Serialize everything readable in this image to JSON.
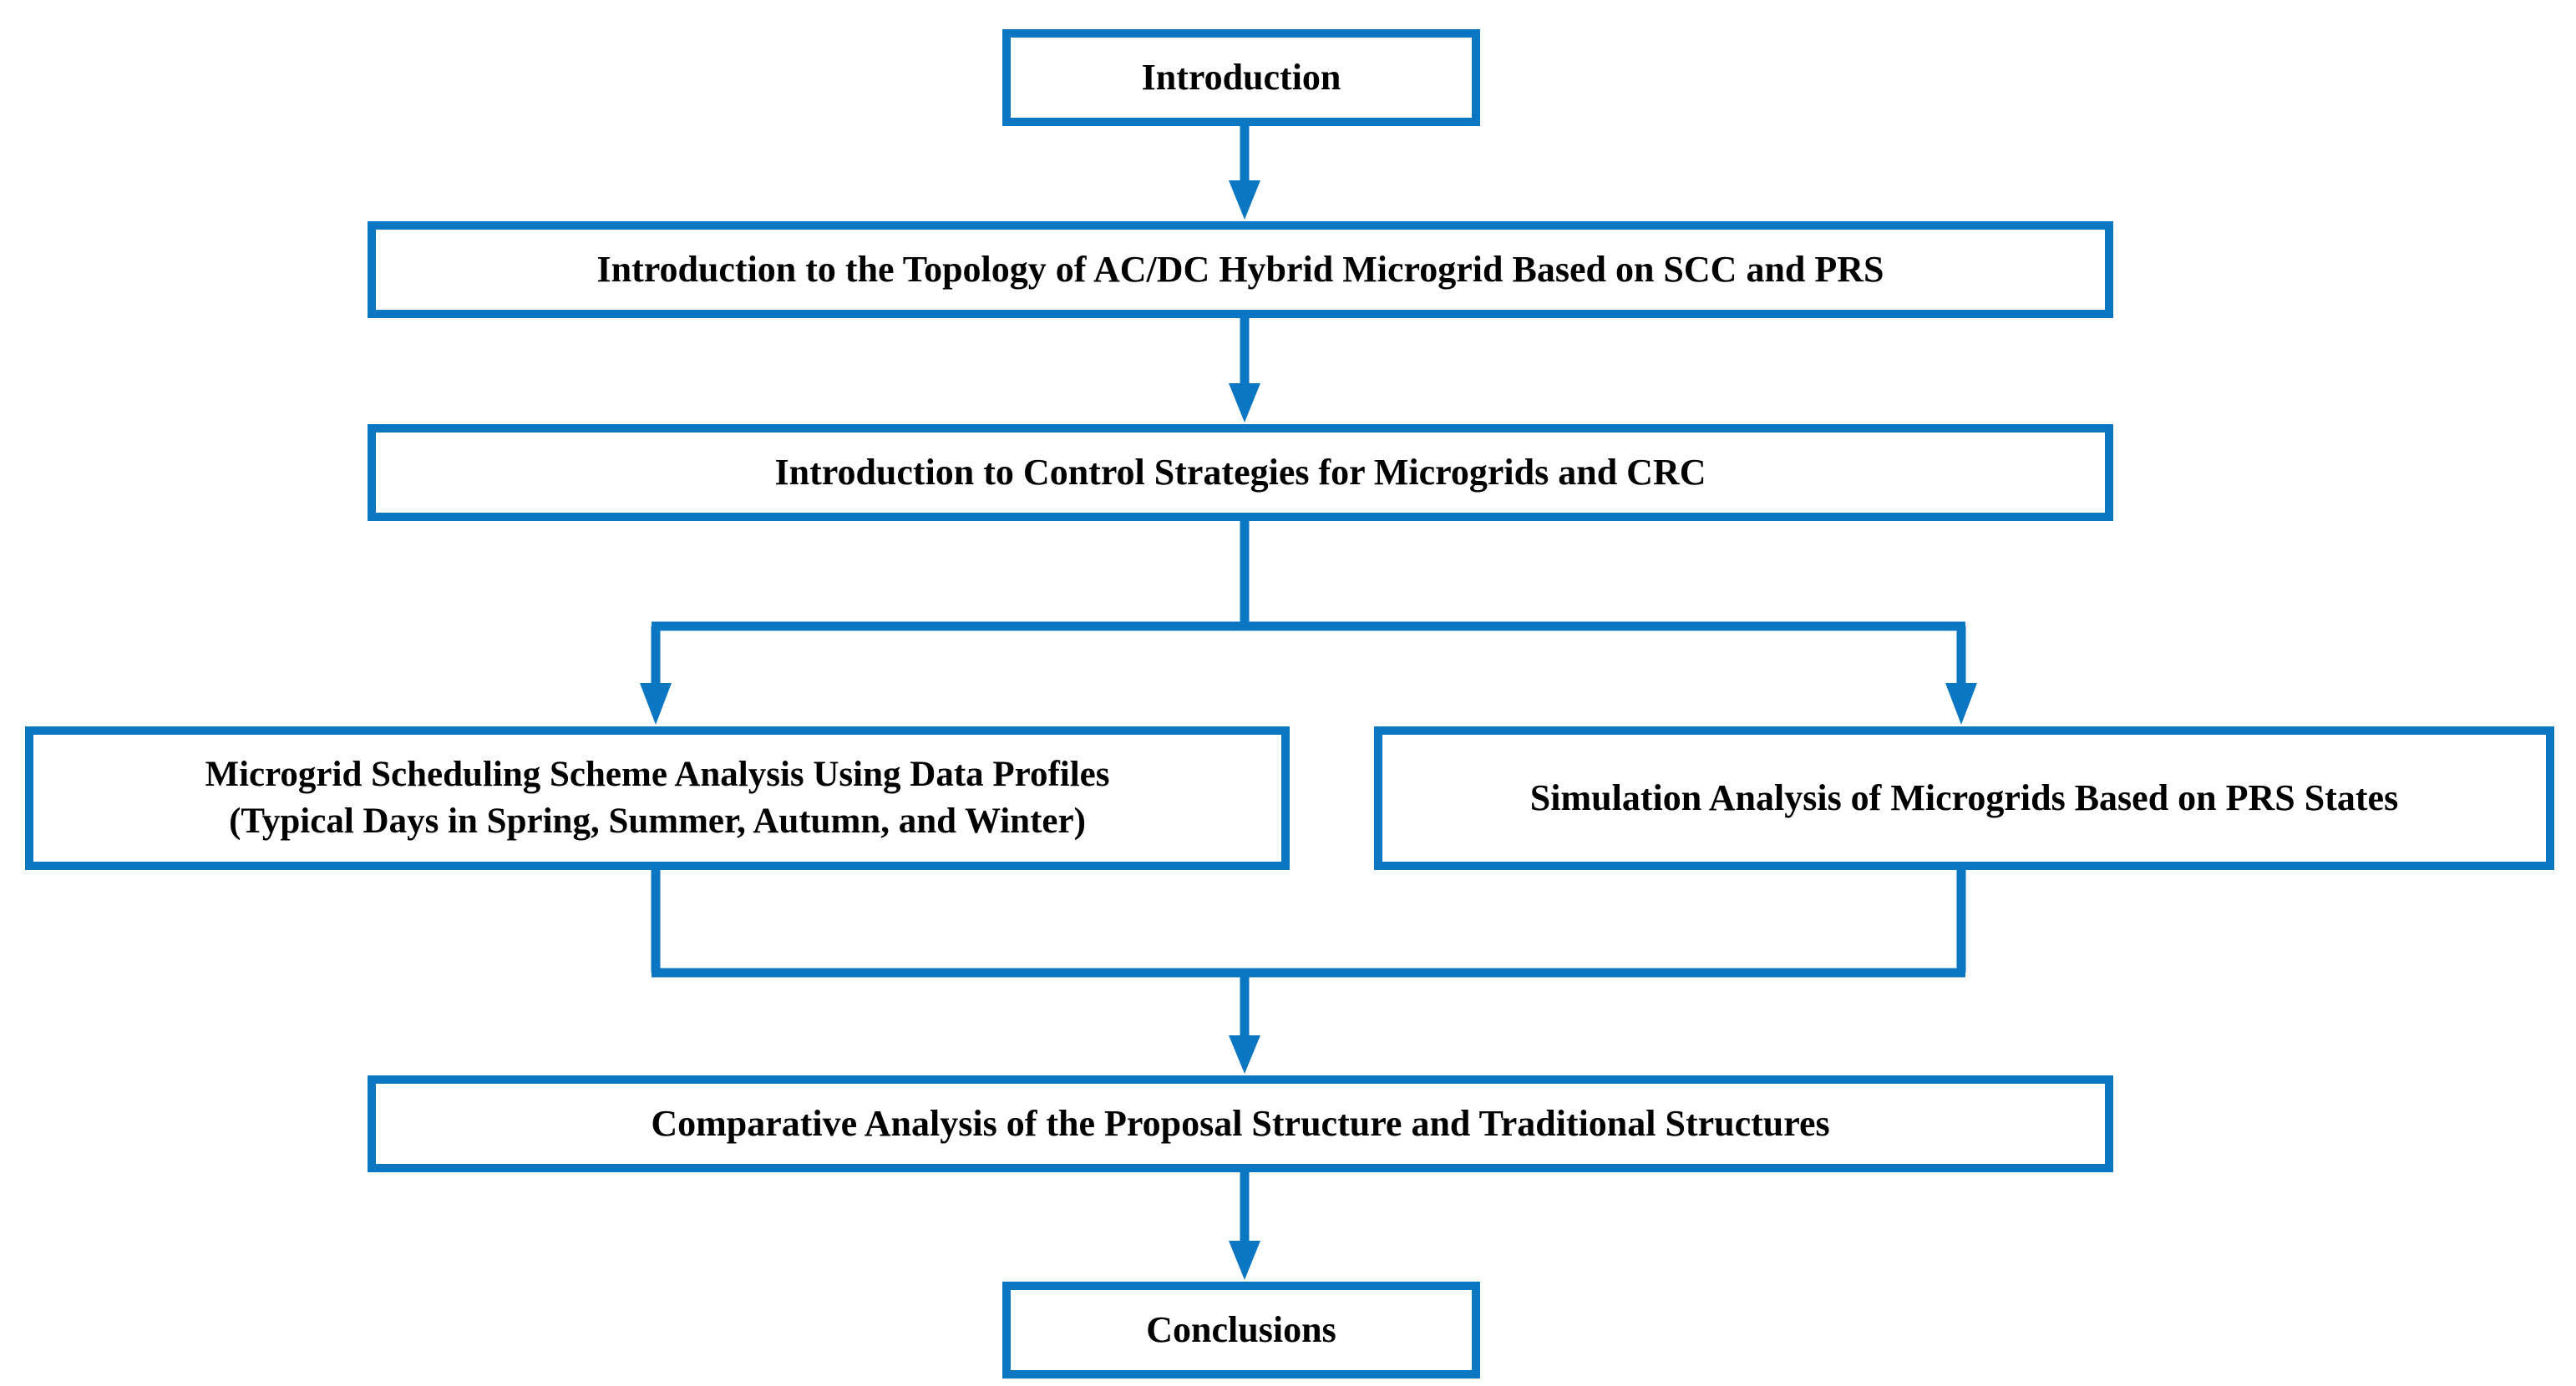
{
  "diagram": {
    "type": "flowchart",
    "orientation": "top-to-bottom",
    "accent_color": "#0B76C2",
    "text_color": "#000000",
    "background_color": "#FFFFFF",
    "nodes": [
      {
        "id": "introduction",
        "label": "Introduction"
      },
      {
        "id": "topology",
        "label": "Introduction to the Topology of AC/DC Hybrid Microgrid Based on SCC and PRS"
      },
      {
        "id": "control_strategies",
        "label": "Introduction to Control Strategies for Microgrids and CRC"
      },
      {
        "id": "scheduling",
        "label": "Microgrid Scheduling Scheme Analysis Using Data Profiles\n(Typical Days in Spring, Summer, Autumn, and Winter)"
      },
      {
        "id": "simulation",
        "label": "Simulation Analysis of Microgrids Based on PRS States"
      },
      {
        "id": "comparative",
        "label": "Comparative Analysis of the Proposal Structure and Traditional Structures"
      },
      {
        "id": "conclusions",
        "label": "Conclusions"
      }
    ],
    "edges": [
      {
        "from": "introduction",
        "to": "topology",
        "style": "straight-arrow-down"
      },
      {
        "from": "topology",
        "to": "control_strategies",
        "style": "straight-arrow-down"
      },
      {
        "from": "control_strategies",
        "to": "scheduling",
        "style": "split-branch-left"
      },
      {
        "from": "control_strategies",
        "to": "simulation",
        "style": "split-branch-right"
      },
      {
        "from": "scheduling",
        "to": "comparative",
        "style": "merge-branch-left"
      },
      {
        "from": "simulation",
        "to": "comparative",
        "style": "merge-branch-right"
      },
      {
        "from": "comparative",
        "to": "conclusions",
        "style": "straight-arrow-down"
      }
    ]
  }
}
